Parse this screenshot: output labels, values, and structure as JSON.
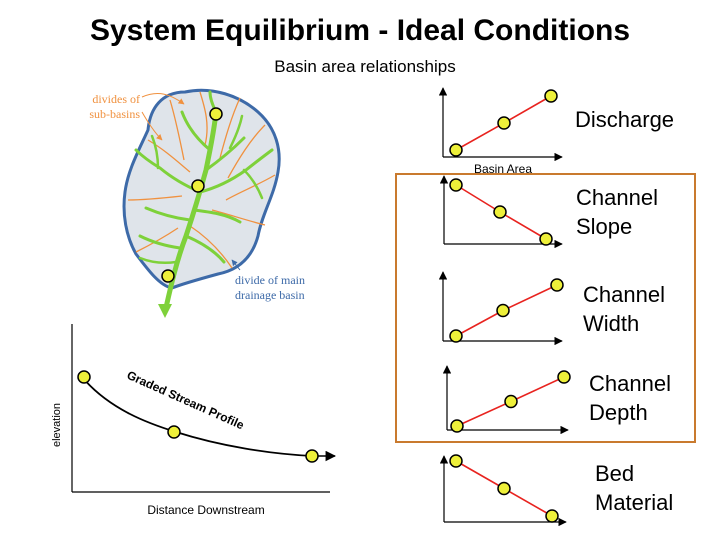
{
  "title": "System Equilibrium - Ideal Conditions",
  "subtitle": "Basin area relationships",
  "basin_map": {
    "sub_divide_label_line1": "divides of",
    "sub_divide_label_line2": "sub-basins",
    "main_divide_label_line1": "divide of main",
    "main_divide_label_line2": "drainage basin"
  },
  "profile_chart": {
    "ylabel": "elevation",
    "xlabel": "Distance Downstream",
    "curve_label": "Graded Stream Profile"
  },
  "shared_xlabel": "Basin Area",
  "variables": [
    {
      "line1": "Discharge",
      "line2": ""
    },
    {
      "line1": "Channel",
      "line2": "Slope"
    },
    {
      "line1": "Channel",
      "line2": "Width"
    },
    {
      "line1": "Channel",
      "line2": "Depth"
    },
    {
      "line1": "Bed",
      "line2": "Material"
    }
  ],
  "colors": {
    "trend_line": "#e8231f",
    "marker_fill": "#eef03a",
    "highlight_box": "#c97a2e",
    "stream": "#7ed13a",
    "basin_outline": "#3d6aa8",
    "sub_divides": "#f0913f"
  },
  "chart_data": [
    {
      "type": "line",
      "title": "",
      "xlabel": "Basin Area",
      "ylabel": "",
      "trend": "increasing",
      "series": [
        {
          "x": [
            1,
            2,
            3
          ],
          "values": [
            1,
            2,
            3
          ]
        }
      ]
    },
    {
      "type": "line",
      "title": "",
      "xlabel": "",
      "ylabel": "",
      "trend": "decreasing",
      "series": [
        {
          "x": [
            1,
            2,
            3
          ],
          "values": [
            3,
            2,
            1
          ]
        }
      ]
    },
    {
      "type": "line",
      "title": "",
      "xlabel": "",
      "ylabel": "",
      "trend": "increasing",
      "series": [
        {
          "x": [
            1,
            2,
            3
          ],
          "values": [
            1,
            2,
            3
          ]
        }
      ]
    },
    {
      "type": "line",
      "title": "",
      "xlabel": "",
      "ylabel": "",
      "trend": "increasing",
      "series": [
        {
          "x": [
            1,
            2,
            3
          ],
          "values": [
            1,
            2,
            3
          ]
        }
      ]
    },
    {
      "type": "line",
      "title": "",
      "xlabel": "",
      "ylabel": "",
      "trend": "decreasing",
      "series": [
        {
          "x": [
            1,
            2,
            3
          ],
          "values": [
            3,
            2,
            1
          ]
        }
      ]
    },
    {
      "type": "line",
      "title": "",
      "xlabel": "Distance Downstream",
      "ylabel": "elevation",
      "trend": "concave decreasing",
      "series": [
        {
          "name": "Graded Stream Profile",
          "x": [
            0,
            0.35,
            0.97
          ],
          "values": [
            1.0,
            0.3,
            0.0
          ]
        }
      ]
    }
  ]
}
